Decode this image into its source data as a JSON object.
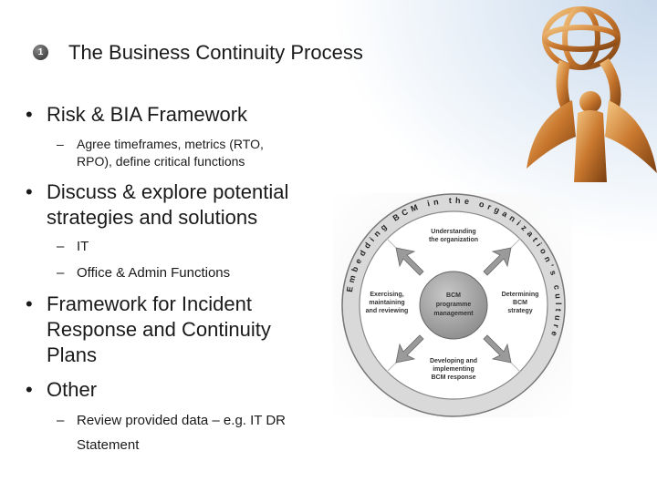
{
  "slide": {
    "number": "1",
    "title": "The Business Continuity Process"
  },
  "bullets": [
    {
      "text_lines": [
        "Risk & BIA Framework"
      ],
      "subitems": [
        {
          "lines": [
            "Agree timeframes, metrics (RTO,",
            "RPO), define critical functions"
          ]
        }
      ]
    },
    {
      "text_lines": [
        "Discuss & explore potential",
        "strategies and solutions"
      ],
      "subitems": [
        {
          "lines": [
            "IT"
          ]
        },
        {
          "lines": [
            "Office & Admin Functions"
          ]
        }
      ]
    },
    {
      "text_lines": [
        "Framework for Incident",
        "Response and Continuity",
        "Plans"
      ],
      "subitems": []
    },
    {
      "text_lines": [
        "Other"
      ],
      "subitems": [
        {
          "lines": [
            "Review provided data – e.g. IT DR",
            "Statement"
          ]
        }
      ]
    }
  ],
  "diagram": {
    "outer_ring_text": "Embedding BCM in the organization's culture",
    "center": [
      "BCM",
      "programme",
      "management"
    ],
    "top": [
      "Understanding",
      "the organization"
    ],
    "right": [
      "Determining",
      "BCM",
      "strategy"
    ],
    "bottom": [
      "Developing and",
      "implementing",
      "BCM response"
    ],
    "left": [
      "Exercising,",
      "maintaining",
      "and reviewing"
    ]
  },
  "icons": {
    "bullet": "•",
    "dash": "–",
    "decoration": "emmy-statuette-icon",
    "badge": "number-badge-icon"
  }
}
